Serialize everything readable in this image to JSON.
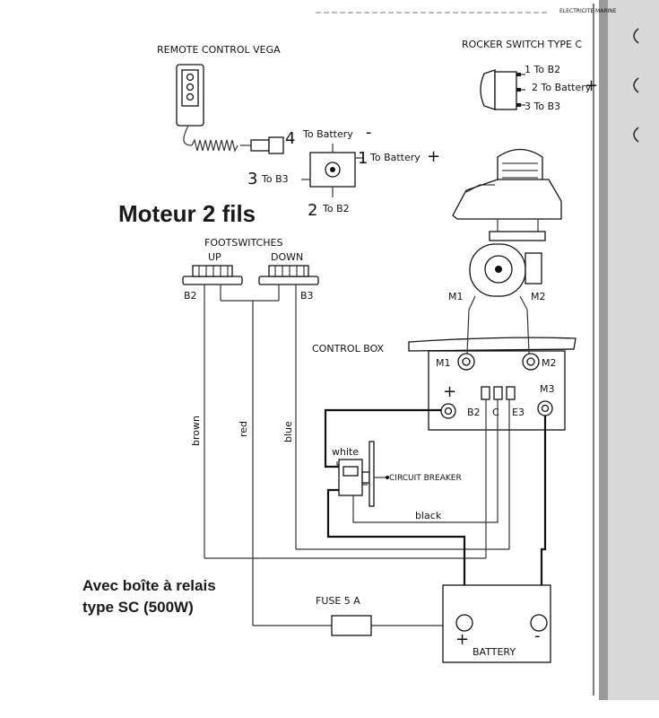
{
  "header": {
    "corner": "ELECTRICITE MARINE"
  },
  "remote": {
    "title": "REMOTE CONTROL VEGA"
  },
  "rocker": {
    "title": "ROCKER SWITCH TYPE C",
    "pin1": "1 To B2",
    "pin2": "2 To Battery",
    "pin2_sign": "+",
    "pin3": "3 To B3"
  },
  "connector": {
    "pin4_num": "4",
    "pin4_text": "To Battery",
    "pin4_sign": "-",
    "pin1_num": "1",
    "pin1_text": "To Battery",
    "pin1_sign": "+",
    "pin3_num": "3",
    "pin3_text": "To B3",
    "pin2_num": "2",
    "pin2_text": "To B2"
  },
  "heading": "Moteur 2 fils",
  "footswitches": {
    "title": "FOOTSWITCHES",
    "up": "UP",
    "down": "DOWN",
    "b2": "B2",
    "b3": "B3"
  },
  "motor": {
    "m1": "M1",
    "m2": "M2"
  },
  "control_box": {
    "title": "CONTROL BOX",
    "m1": "M1",
    "m2": "M2",
    "m3": "M3",
    "plus": "+",
    "b2": "B2",
    "c": "C",
    "e3": "E3"
  },
  "wires": {
    "brown": "brown",
    "red": "red",
    "blue": "blue",
    "white": "white",
    "black": "black"
  },
  "breaker": {
    "label": "CIRCUIT BREAKER"
  },
  "caption": {
    "line1": "Avec boîte à relais",
    "line2": "type SC (500W)"
  },
  "fuse": {
    "label": "FUSE 5 A"
  },
  "battery": {
    "label": "BATTERY",
    "plus": "+",
    "minus": "-"
  }
}
